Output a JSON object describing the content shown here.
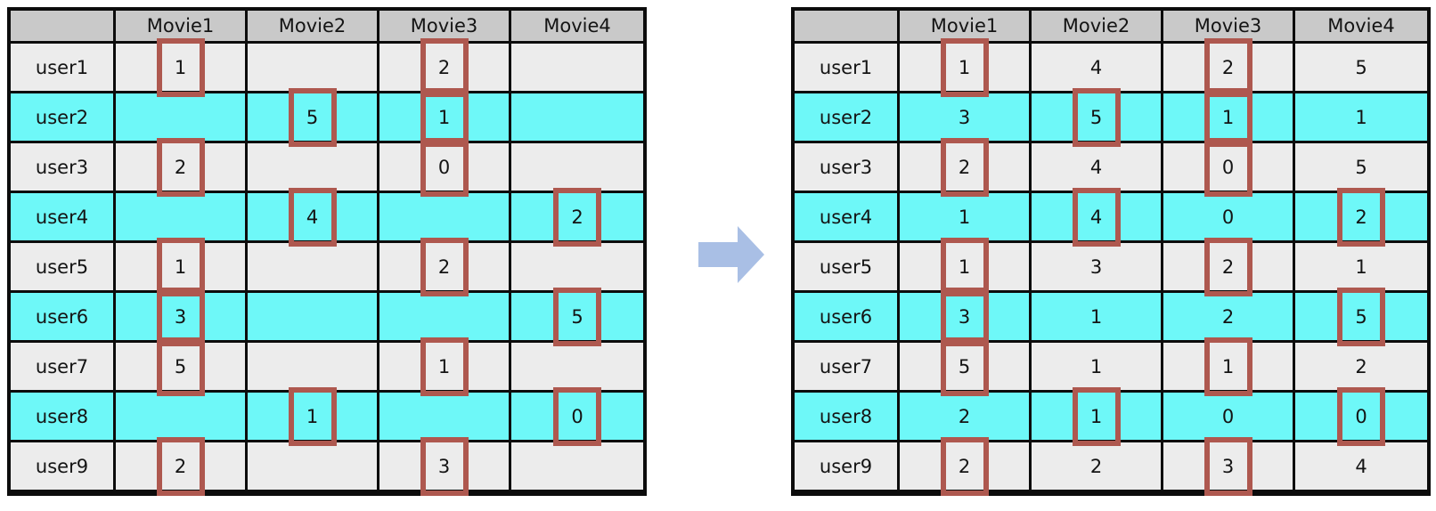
{
  "figure": {
    "description": "Movie rating matrix before and after completion",
    "colors": {
      "header_bg": "#c9c9c9",
      "row_bg": "#ececec",
      "highlight_row_bg": "#6ef8f8",
      "box_border": "#ae584f",
      "table_border": "#0c0c0c",
      "arrow_fill": "#a9bfe5"
    },
    "arrow_icon": "right-block-arrow"
  },
  "columns": [
    "",
    "Movie1",
    "Movie2",
    "Movie3",
    "Movie4"
  ],
  "left_table": {
    "rows": [
      {
        "user": "user1",
        "highlight": false,
        "cells": [
          {
            "v": "1",
            "boxed": true
          },
          {
            "v": "",
            "boxed": false
          },
          {
            "v": "2",
            "boxed": true
          },
          {
            "v": "",
            "boxed": false
          }
        ]
      },
      {
        "user": "user2",
        "highlight": true,
        "cells": [
          {
            "v": "",
            "boxed": false
          },
          {
            "v": "5",
            "boxed": true
          },
          {
            "v": "1",
            "boxed": true
          },
          {
            "v": "",
            "boxed": false
          }
        ]
      },
      {
        "user": "user3",
        "highlight": false,
        "cells": [
          {
            "v": "2",
            "boxed": true
          },
          {
            "v": "",
            "boxed": false
          },
          {
            "v": "0",
            "boxed": true
          },
          {
            "v": "",
            "boxed": false
          }
        ]
      },
      {
        "user": "user4",
        "highlight": true,
        "cells": [
          {
            "v": "",
            "boxed": false
          },
          {
            "v": "4",
            "boxed": true
          },
          {
            "v": "",
            "boxed": false
          },
          {
            "v": "2",
            "boxed": true
          }
        ]
      },
      {
        "user": "user5",
        "highlight": false,
        "cells": [
          {
            "v": "1",
            "boxed": true
          },
          {
            "v": "",
            "boxed": false
          },
          {
            "v": "2",
            "boxed": true
          },
          {
            "v": "",
            "boxed": false
          }
        ]
      },
      {
        "user": "user6",
        "highlight": true,
        "cells": [
          {
            "v": "3",
            "boxed": true
          },
          {
            "v": "",
            "boxed": false
          },
          {
            "v": "",
            "boxed": false
          },
          {
            "v": "5",
            "boxed": true
          }
        ]
      },
      {
        "user": "user7",
        "highlight": false,
        "cells": [
          {
            "v": "5",
            "boxed": true
          },
          {
            "v": "",
            "boxed": false
          },
          {
            "v": "1",
            "boxed": true
          },
          {
            "v": "",
            "boxed": false
          }
        ]
      },
      {
        "user": "user8",
        "highlight": true,
        "cells": [
          {
            "v": "",
            "boxed": false
          },
          {
            "v": "1",
            "boxed": true
          },
          {
            "v": "",
            "boxed": false
          },
          {
            "v": "0",
            "boxed": true
          }
        ]
      },
      {
        "user": "user9",
        "highlight": false,
        "cells": [
          {
            "v": "2",
            "boxed": true
          },
          {
            "v": "",
            "boxed": false
          },
          {
            "v": "3",
            "boxed": true
          },
          {
            "v": "",
            "boxed": false
          }
        ]
      }
    ]
  },
  "right_table": {
    "rows": [
      {
        "user": "user1",
        "highlight": false,
        "cells": [
          {
            "v": "1",
            "boxed": true
          },
          {
            "v": "4",
            "boxed": false
          },
          {
            "v": "2",
            "boxed": true
          },
          {
            "v": "5",
            "boxed": false
          }
        ]
      },
      {
        "user": "user2",
        "highlight": true,
        "cells": [
          {
            "v": "3",
            "boxed": false
          },
          {
            "v": "5",
            "boxed": true
          },
          {
            "v": "1",
            "boxed": true
          },
          {
            "v": "1",
            "boxed": false
          }
        ]
      },
      {
        "user": "user3",
        "highlight": false,
        "cells": [
          {
            "v": "2",
            "boxed": true
          },
          {
            "v": "4",
            "boxed": false
          },
          {
            "v": "0",
            "boxed": true
          },
          {
            "v": "5",
            "boxed": false
          }
        ]
      },
      {
        "user": "user4",
        "highlight": true,
        "cells": [
          {
            "v": "1",
            "boxed": false
          },
          {
            "v": "4",
            "boxed": true
          },
          {
            "v": "0",
            "boxed": false
          },
          {
            "v": "2",
            "boxed": true
          }
        ]
      },
      {
        "user": "user5",
        "highlight": false,
        "cells": [
          {
            "v": "1",
            "boxed": true
          },
          {
            "v": "3",
            "boxed": false
          },
          {
            "v": "2",
            "boxed": true
          },
          {
            "v": "1",
            "boxed": false
          }
        ]
      },
      {
        "user": "user6",
        "highlight": true,
        "cells": [
          {
            "v": "3",
            "boxed": true
          },
          {
            "v": "1",
            "boxed": false
          },
          {
            "v": "2",
            "boxed": false
          },
          {
            "v": "5",
            "boxed": true
          }
        ]
      },
      {
        "user": "user7",
        "highlight": false,
        "cells": [
          {
            "v": "5",
            "boxed": true
          },
          {
            "v": "1",
            "boxed": false
          },
          {
            "v": "1",
            "boxed": true
          },
          {
            "v": "2",
            "boxed": false
          }
        ]
      },
      {
        "user": "user8",
        "highlight": true,
        "cells": [
          {
            "v": "2",
            "boxed": false
          },
          {
            "v": "1",
            "boxed": true
          },
          {
            "v": "0",
            "boxed": false
          },
          {
            "v": "0",
            "boxed": true
          }
        ]
      },
      {
        "user": "user9",
        "highlight": false,
        "cells": [
          {
            "v": "2",
            "boxed": true
          },
          {
            "v": "2",
            "boxed": false
          },
          {
            "v": "3",
            "boxed": true
          },
          {
            "v": "4",
            "boxed": false
          }
        ]
      }
    ]
  }
}
